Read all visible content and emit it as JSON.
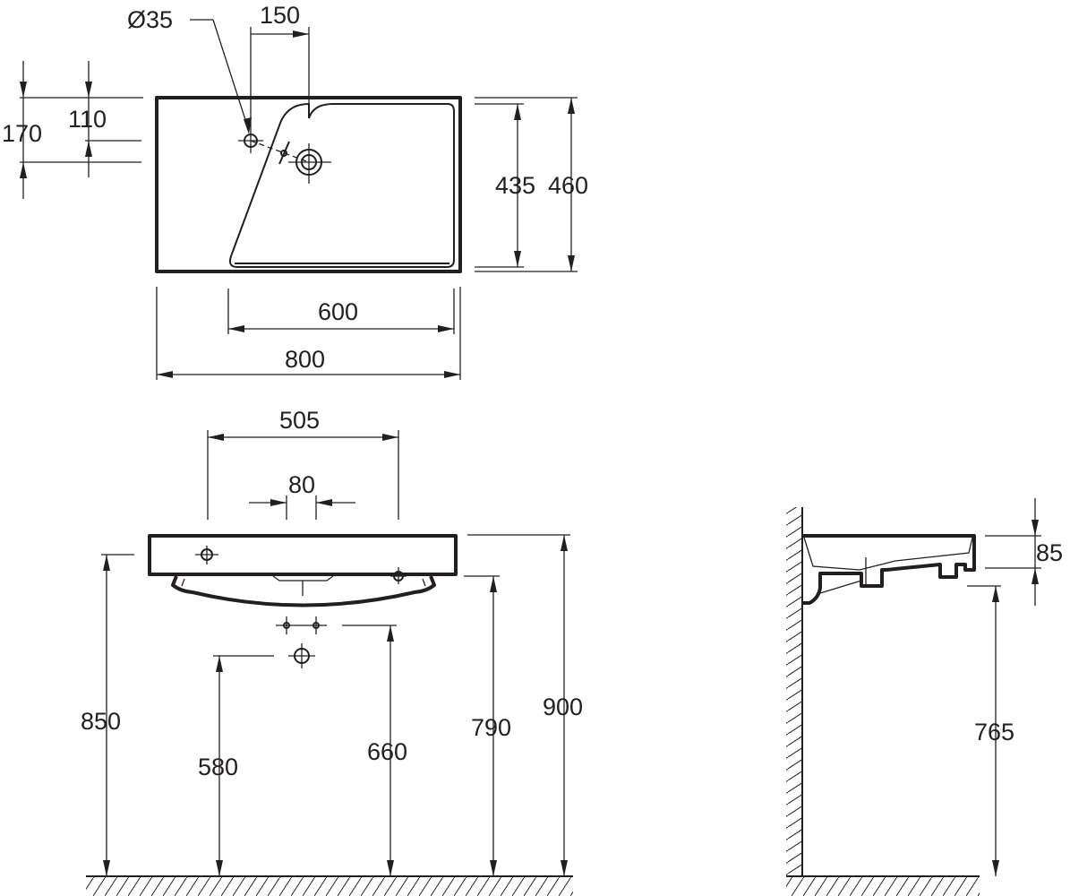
{
  "top_view": {
    "hole_diameter": "Ø35",
    "tap_offset": "150",
    "dim_170": "170",
    "dim_110": "110",
    "inner_depth": "435",
    "outer_depth": "460",
    "inner_width": "600",
    "outer_width": "800"
  },
  "front_view": {
    "bracket_spacing": "505",
    "fixing_spacing": "80",
    "height_850": "850",
    "height_580": "580",
    "height_660": "660",
    "height_790": "790",
    "height_900": "900"
  },
  "side_view": {
    "basin_thickness": "85",
    "underside_height": "765"
  }
}
